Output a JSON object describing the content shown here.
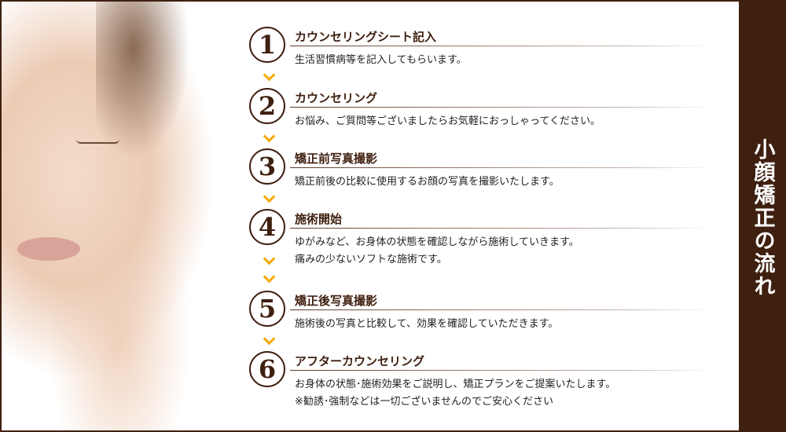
{
  "sidebar_title": "小顔矯正の流れ",
  "steps": [
    {
      "number": "1",
      "title": "カウンセリングシート記入",
      "desc": [
        "生活習慣病等を記入してもらいます。"
      ]
    },
    {
      "number": "2",
      "title": "カウンセリング",
      "desc": [
        "お悩み、ご質問等ございましたらお気軽におっしゃってください。"
      ]
    },
    {
      "number": "3",
      "title": "矯正前写真撮影",
      "desc": [
        "矯正前後の比較に使用するお顔の写真を撮影いたします。"
      ]
    },
    {
      "number": "4",
      "title": "施術開始",
      "desc": [
        "ゆがみなど、お身体の状態を確認しながら施術していきます。",
        "痛みの少ないソフトな施術です。"
      ]
    },
    {
      "number": "5",
      "title": "矯正後写真撮影",
      "desc": [
        "施術後の写真と比較して、効果を確認していただきます。"
      ]
    },
    {
      "number": "6",
      "title": "アフターカウンセリング",
      "desc": [
        "お身体の状態･施術効果をご説明し、矯正プランをご提案いたします。",
        "※勧誘･強制などは一切ございませんのでご安心ください"
      ]
    }
  ],
  "colors": {
    "brown": "#3f2010",
    "arrow": "#f3a900"
  }
}
